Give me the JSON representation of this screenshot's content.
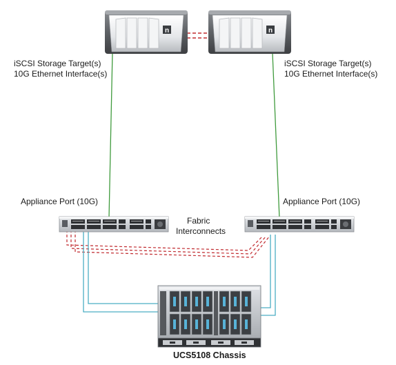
{
  "storage": {
    "left_label_line1": "iSCSI Storage Target(s)",
    "left_label_line2": "10G Ethernet Interface(s)",
    "right_label_line1": "iSCSI Storage Target(s)",
    "right_label_line2": "10G Ethernet Interface(s)",
    "logo_glyph": "n"
  },
  "fabric": {
    "left_port_label": "Appliance Port (10G)",
    "right_port_label": "Appliance Port (10G)",
    "center_label_line1": "Fabric",
    "center_label_line2": "Interconnects"
  },
  "chassis": {
    "label": "UCS5108 Chassis"
  },
  "colors": {
    "storage_link": "#3f9a3c",
    "server_link": "#4aaec4",
    "peer_link": "#c0282d",
    "device_dark": "#3b3b3b",
    "device_silver": "#c9ccd0"
  }
}
